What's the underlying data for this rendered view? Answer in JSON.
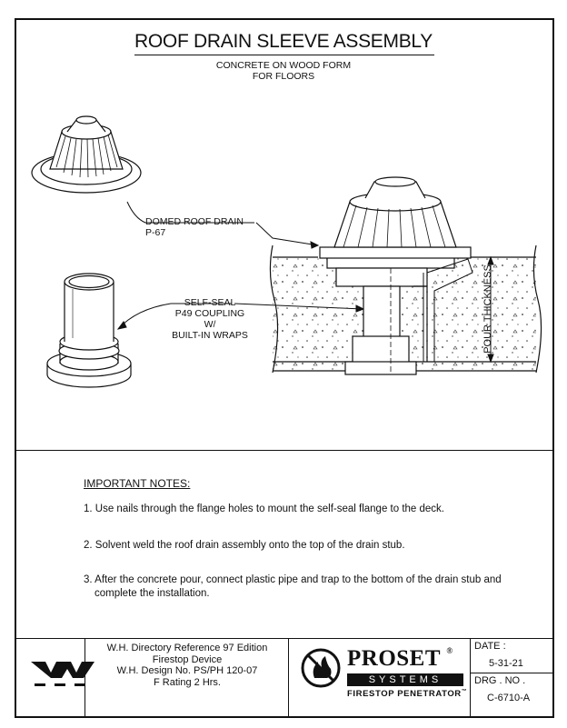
{
  "header": {
    "title": "ROOF DRAIN SLEEVE ASSEMBLY",
    "subtitle_line1": "CONCRETE ON WOOD FORM",
    "subtitle_line2": "FOR FLOORS"
  },
  "callouts": {
    "drain_line1": "DOMED ROOF DRAIN",
    "drain_line2": "P-67",
    "coupling_line1": "SELF-SEAL",
    "coupling_line2": "P49 COUPLING W/",
    "coupling_line3": "BUILT-IN WRAPS",
    "pour_thickness": "POUR THICKNESS"
  },
  "notes": {
    "heading": "IMPORTANT NOTES:",
    "note1": "1. Use nails through the flange holes to mount the self-seal flange to the deck.",
    "note2": "2. Solvent weld the roof drain assembly onto the top of the drain stub.",
    "note3_line1": "3. After the concrete pour, connect plastic pipe and trap to the bottom of the drain stub and",
    "note3_line2": "complete the installation."
  },
  "title_block": {
    "ref_line1": "W.H. Directory Reference 97 Edition",
    "ref_line2": "Firestop Device",
    "ref_line3": "W.H. Design No. PS/PH 120-07",
    "ref_line4": "F Rating 2 Hrs.",
    "date_label": "DATE :",
    "date_value": "5-31-21",
    "drg_label": "DRG . NO .",
    "drg_value": "C-6710-A",
    "logo_main": "PROSET",
    "logo_registered": "®",
    "logo_sub": "SYSTEMS",
    "logo_tag": "FIRESTOP PENETRATOR",
    "logo_tm": "™"
  }
}
